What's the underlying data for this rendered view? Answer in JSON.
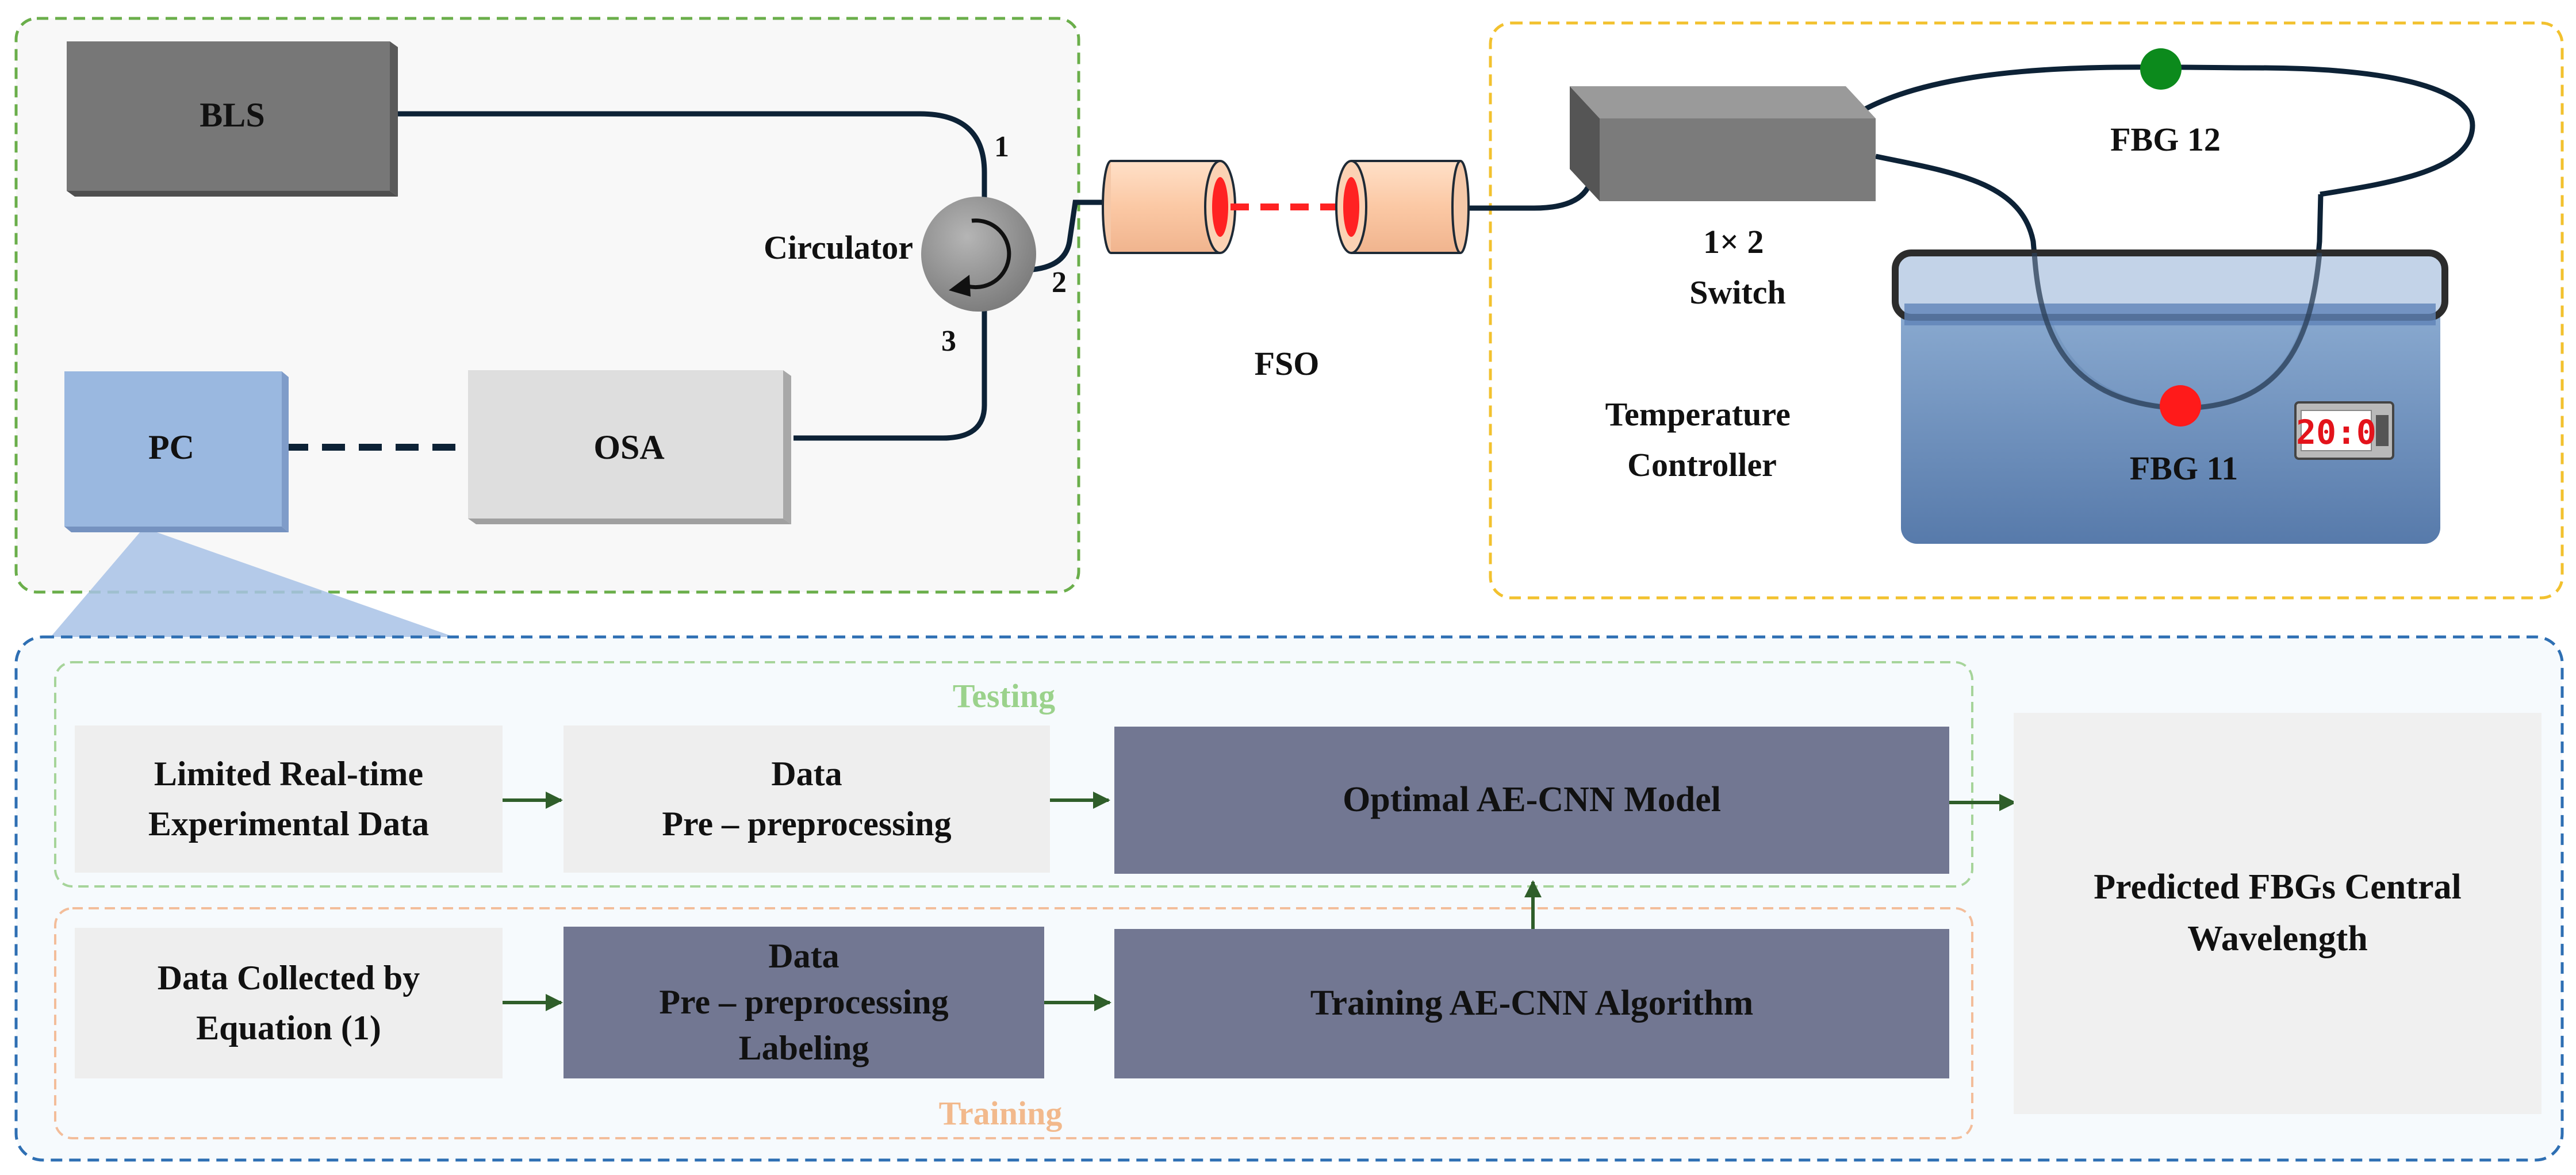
{
  "setup": {
    "bls_label": "BLS",
    "pc_label": "PC",
    "osa_label": "OSA",
    "circulator_label": "Circulator",
    "port_1": "1",
    "port_2": "2",
    "port_3": "3",
    "fso_label": "FSO",
    "switch_label": "1× 2\nSwitch",
    "temperature_controller_label": "Temperature\nController",
    "fbg12_label": "FBG 12",
    "fbg11_label": "FBG 11",
    "display_readout": "20:0"
  },
  "workflow": {
    "testing_label": "Testing",
    "training_label": "Training",
    "testing_row": {
      "input": "Limited Real-time\nExperimental Data",
      "preprocess": "Data\nPre – preprocessing",
      "model": "Optimal AE-CNN Model"
    },
    "training_row": {
      "input": "Data Collected by\nEquation (1)",
      "preprocess": "Data\nPre – preprocessing\nLabeling",
      "model": "Training AE-CNN Algorithm"
    },
    "output": "Predicted FBGs Central\nWavelength"
  },
  "colors": {
    "green_dash": "#6aae4a",
    "yellow_dash": "#f2c12e",
    "blue_dash": "#2e6fb3",
    "testing_text": "#9bd28c",
    "training_text": "#f2b98c",
    "fiber": "#0d2236",
    "laser": "#ff2222",
    "dark_box": "#727792",
    "fbg12_dot": "#0c8a1c",
    "fbg11_dot": "#ff1a1a"
  }
}
